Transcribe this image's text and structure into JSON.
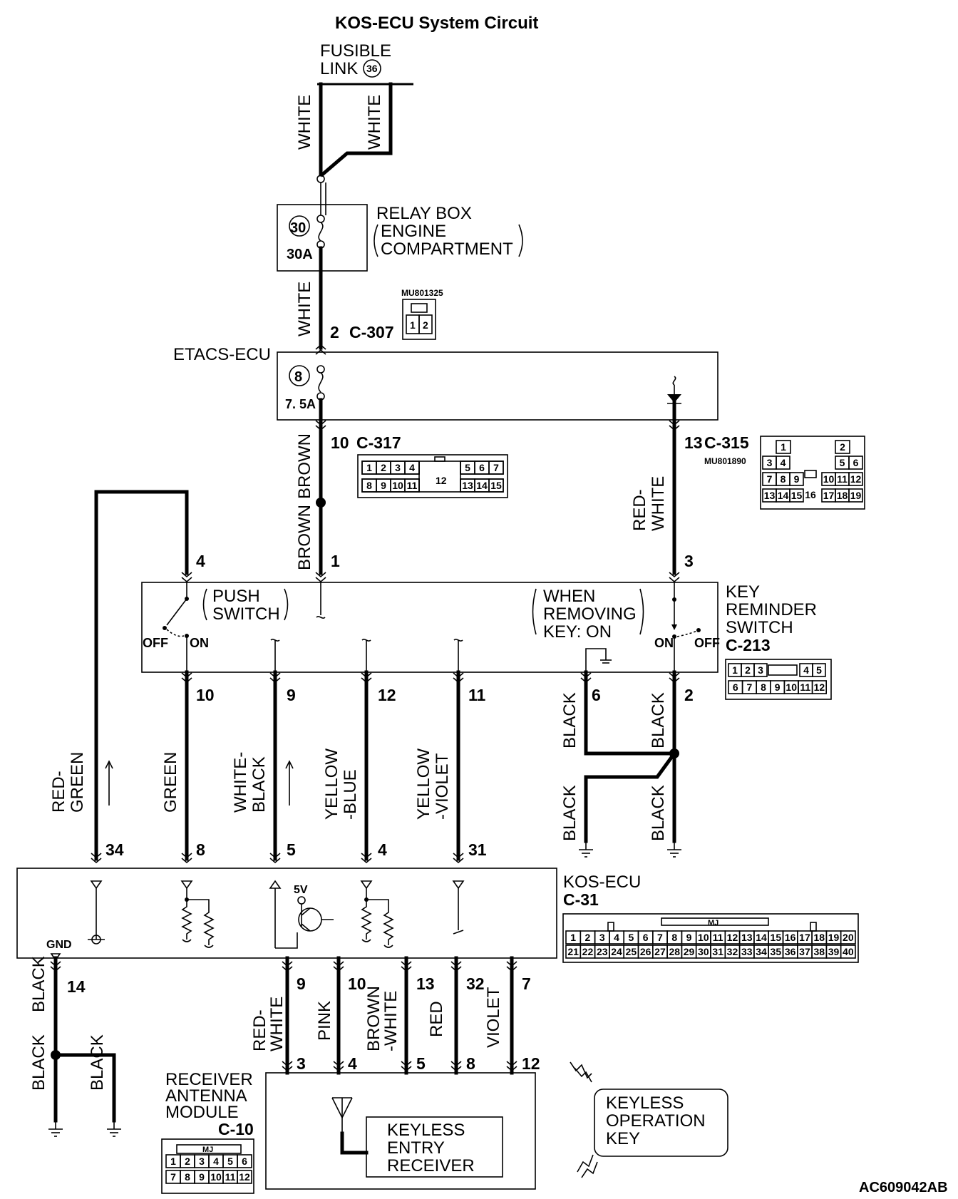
{
  "title": "KOS-ECU System Circuit",
  "fusible_link": {
    "label_line1": "FUSIBLE",
    "label_line2": "LINK",
    "number": "36"
  },
  "relay_box": {
    "line1": "RELAY BOX",
    "line2": "ENGINE",
    "line3": "COMPARTMENT",
    "fuse_number": "30",
    "fuse_rating": "30A"
  },
  "etacs": {
    "label": "ETACS-ECU",
    "fuse_number": "8",
    "fuse_rating": "7. 5A"
  },
  "connectors": {
    "c307": {
      "pin": "2",
      "name": "C-307",
      "part": "MU801325",
      "cells": [
        "1",
        "2"
      ]
    },
    "c317": {
      "pin": "10",
      "name": "C-317",
      "row1": [
        "1",
        "2",
        "3",
        "4",
        "5",
        "6",
        "7"
      ],
      "row2": [
        "8",
        "9",
        "10",
        "11",
        "13",
        "14",
        "15"
      ],
      "center": "12"
    },
    "c315": {
      "pin": "13",
      "name": "C-315",
      "part": "MU801890",
      "row0": [
        "1",
        "2"
      ],
      "row1": [
        "3",
        "4",
        "5",
        "6"
      ],
      "row2": [
        "7",
        "8",
        "9",
        "10",
        "11",
        "12"
      ],
      "row3": [
        "13",
        "14",
        "15",
        "17",
        "18",
        "19"
      ],
      "center": "16"
    },
    "c213": {
      "name": "C-213",
      "row1": [
        "1",
        "2",
        "3",
        "4",
        "5"
      ],
      "row2": [
        "6",
        "7",
        "8",
        "9",
        "10",
        "11",
        "12"
      ]
    },
    "c31": {
      "name": "C-31",
      "tag": "MJ",
      "row1": [
        "1",
        "2",
        "3",
        "4",
        "5",
        "6",
        "7",
        "8",
        "9",
        "10",
        "11",
        "12",
        "13",
        "14",
        "15",
        "16",
        "17",
        "18",
        "19",
        "20"
      ],
      "row2": [
        "21",
        "22",
        "23",
        "24",
        "25",
        "26",
        "27",
        "28",
        "29",
        "30",
        "31",
        "32",
        "33",
        "34",
        "35",
        "36",
        "37",
        "38",
        "39",
        "40"
      ]
    },
    "c10": {
      "name": "C-10",
      "tag": "MJ",
      "row1": [
        "1",
        "2",
        "3",
        "4",
        "5",
        "6"
      ],
      "row2": [
        "7",
        "8",
        "9",
        "10",
        "11",
        "12"
      ]
    }
  },
  "key_reminder": {
    "line1": "KEY",
    "line2": "REMINDER",
    "line3": "SWITCH",
    "push1": "PUSH",
    "push2": "SWITCH",
    "when1": "WHEN",
    "when2": "REMOVING",
    "when3": "KEY: ON",
    "off": "OFF",
    "on": "ON"
  },
  "kos_ecu": {
    "line1": "KOS-ECU",
    "gnd": "GND",
    "v5": "5V"
  },
  "receiver": {
    "line1": "RECEIVER",
    "line2": "ANTENNA",
    "line3": "MODULE",
    "inner1": "KEYLESS",
    "inner2": "ENTRY",
    "inner3": "RECEIVER"
  },
  "key_fob": {
    "line1": "KEYLESS",
    "line2": "OPERATION",
    "line3": "KEY"
  },
  "wires": {
    "white": "WHITE",
    "brown": "BROWN",
    "red_white_a": "RED-",
    "red_white_b": "WHITE",
    "red_green_a": "RED-",
    "red_green_b": "GREEN",
    "green": "GREEN",
    "white_black_a": "WHITE-",
    "white_black_b": "BLACK",
    "yellow_blue_a": "YELLOW",
    "yellow_blue_b": "-BLUE",
    "yellow_violet_a": "YELLOW",
    "yellow_violet_b": "-VIOLET",
    "black": "BLACK",
    "pink": "PINK",
    "brown_white_a": "BROWN",
    "brown_white_b": "-WHITE",
    "red": "RED",
    "violet": "VIOLET"
  },
  "pins": {
    "krs_4": "4",
    "krs_1": "1",
    "krs_3": "3",
    "krs_10": "10",
    "krs_9": "9",
    "krs_12": "12",
    "krs_11": "11",
    "krs_6": "6",
    "krs_2": "2",
    "ecu_34": "34",
    "ecu_8": "8",
    "ecu_5": "5",
    "ecu_4": "4",
    "ecu_31": "31",
    "ecu_14": "14",
    "ecu_9": "9",
    "ecu_10": "10",
    "ecu_13": "13",
    "ecu_32": "32",
    "ecu_7": "7",
    "rx_3": "3",
    "rx_4": "4",
    "rx_5": "5",
    "rx_8": "8",
    "rx_12": "12"
  },
  "ref_code": "AC609042AB"
}
